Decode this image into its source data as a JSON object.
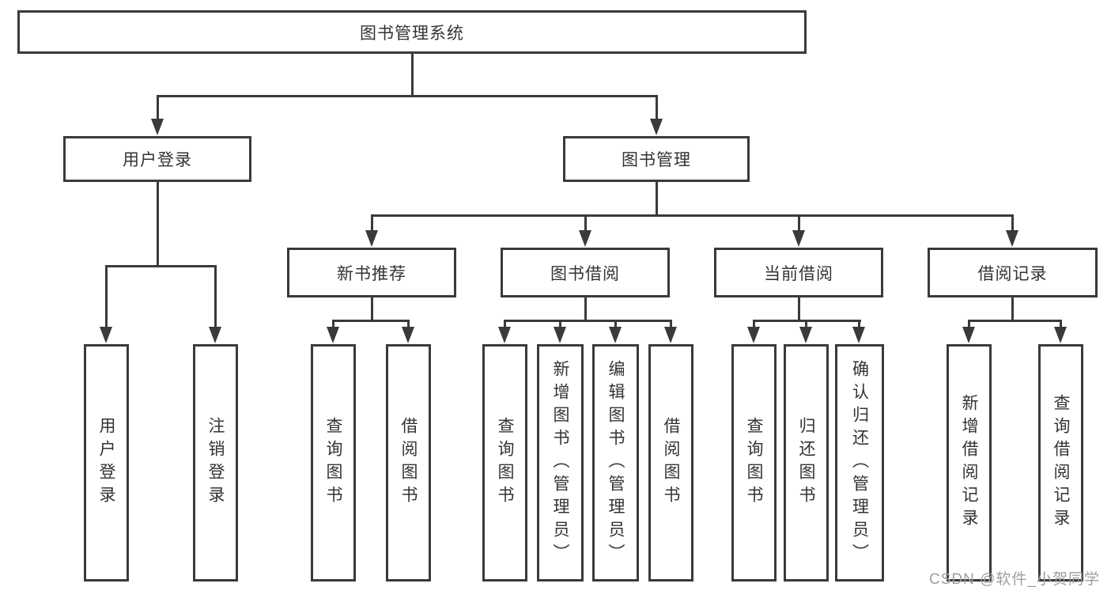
{
  "root": {
    "label": "图书管理系统"
  },
  "user_branch": {
    "label": "用户登录",
    "children": [
      {
        "label": "用户登录"
      },
      {
        "label": "注销登录"
      }
    ]
  },
  "book_branch": {
    "label": "图书管理",
    "modules": [
      {
        "label": "新书推荐",
        "children": [
          {
            "label": "查询图书"
          },
          {
            "label": "借阅图书"
          }
        ]
      },
      {
        "label": "图书借阅",
        "children": [
          {
            "label": "查询图书"
          },
          {
            "label": "新增图书（管理员）"
          },
          {
            "label": "编辑图书（管理员）"
          },
          {
            "label": "借阅图书"
          }
        ]
      },
      {
        "label": "当前借阅",
        "children": [
          {
            "label": "查询图书"
          },
          {
            "label": "归还图书"
          },
          {
            "label": "确认归还（管理员）"
          }
        ]
      },
      {
        "label": "借阅记录",
        "children": [
          {
            "label": "新增借阅记录"
          },
          {
            "label": "查询借阅记录"
          }
        ]
      }
    ]
  },
  "watermark": {
    "label": "CSDN @软件_小贺同学"
  },
  "colors": {
    "line": "#3a3a3a",
    "text": "#333333",
    "box_background": "#ffffff",
    "page_background": "#ffffff",
    "watermark": "#9e9e9e"
  }
}
